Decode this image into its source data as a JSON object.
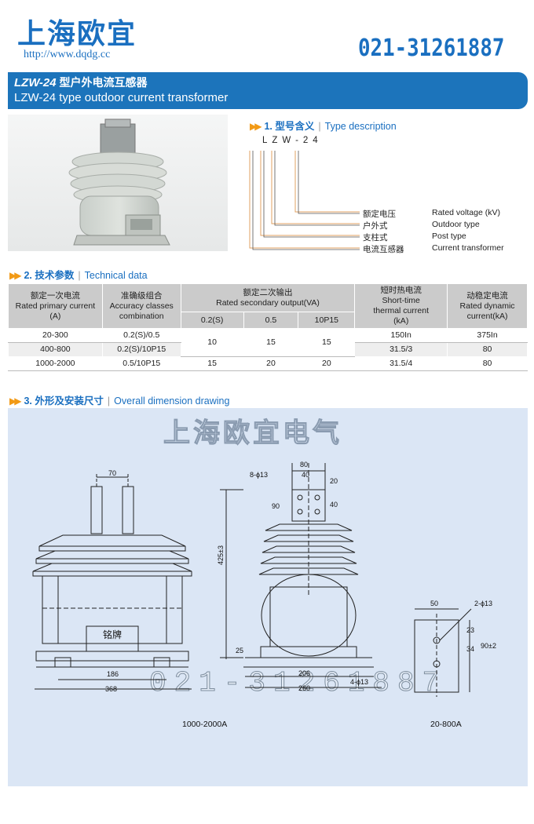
{
  "header": {
    "brand_cn": "上海欧宜",
    "url": "http://www.dqdg.cc",
    "phone": "021-31261887"
  },
  "banner": {
    "model": "LZW-24",
    "title_cn": " 型户外电流互感器",
    "title_en": "LZW-24 type outdoor current transformer"
  },
  "section1": {
    "num": "1.",
    "title_cn": "型号含义",
    "title_en": "Type description",
    "code": "LZW-24",
    "items": [
      {
        "cn": "额定电压",
        "en": "Rated voltage (kV)"
      },
      {
        "cn": "户外式",
        "en": "Outdoor type"
      },
      {
        "cn": "支柱式",
        "en": "Post type"
      },
      {
        "cn": "电流互感器",
        "en": "Current transformer"
      }
    ]
  },
  "section2": {
    "num": "2.",
    "title_cn": "技术参数",
    "title_en": "Technical data",
    "headers": {
      "primary_cn": "额定一次电流",
      "primary_en": "Rated primary current",
      "primary_unit": "(A)",
      "accuracy_cn": "准确级组合",
      "accuracy_en": "Accuracy classes",
      "accuracy_en2": "combination",
      "secondary_cn": "额定二次输出",
      "secondary_en": "Rated secondary output(VA)",
      "sub1": "0.2(S)",
      "sub2": "0.5",
      "sub3": "10P15",
      "thermal_cn": "短时热电流",
      "thermal_en": "Short-time",
      "thermal_en2": "thermal current",
      "thermal_unit": "(kA)",
      "dynamic_cn": "动稳定电流",
      "dynamic_en": "Rated dynamic",
      "dynamic_en2": "current(kA)"
    },
    "rows": [
      {
        "primary": "20-300",
        "accuracy": "0.2(S)/0.5",
        "thermal": "150In",
        "dynamic": "375In"
      },
      {
        "primary": "400-800",
        "accuracy": "0.2(S)/10P15",
        "thermal": "31.5/3",
        "dynamic": "80"
      },
      {
        "primary": "1000-2000",
        "accuracy": "0.5/10P15",
        "s1": "15",
        "s2": "20",
        "s3": "20",
        "thermal": "31.5/4",
        "dynamic": "80"
      }
    ],
    "merged": {
      "s1": "10",
      "s2": "15",
      "s3": "15"
    }
  },
  "section3": {
    "num": "3.",
    "title_cn": "外形及安装尺寸",
    "title_en": "Overall dimension drawing",
    "watermark_cn": "上海欧宜电气",
    "watermark_phone": "021-31261887",
    "nameplate": "铭牌",
    "dims": {
      "d70": "70",
      "d186": "186",
      "d368": "368",
      "d80": "80",
      "d40a": "40",
      "d20": "20",
      "d40b": "40",
      "d90": "90",
      "hole8": "8-ϕ13",
      "d425": "425±3",
      "d25": "25",
      "d206": "206",
      "d260": "260",
      "hole4": "4-ϕ13",
      "d50": "50",
      "hole2": "2-ϕ13",
      "d23": "23",
      "d34": "34",
      "d90b": "90±2"
    },
    "caption_left": "1000-2000A",
    "caption_right": "20-800A"
  }
}
